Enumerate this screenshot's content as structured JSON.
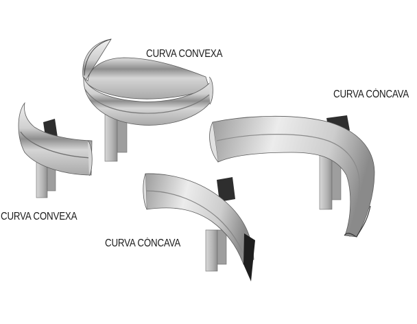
{
  "labels": {
    "top_convex": "CURVA CONVEXA",
    "left_convex": "CURVA CONVEXA",
    "right_concave": "CURVA CÓNCAVA",
    "bottom_concave": "CURVA CÓNCAVA"
  },
  "colors": {
    "metal_light": "#e6e6e6",
    "metal_mid": "#bdbdbd",
    "metal_dark": "#7a7a7a",
    "post_light": "#d2d2d2",
    "post_dark": "#8c8c8c",
    "outline": "#2a2a2a",
    "label": "#1a1a1a"
  }
}
